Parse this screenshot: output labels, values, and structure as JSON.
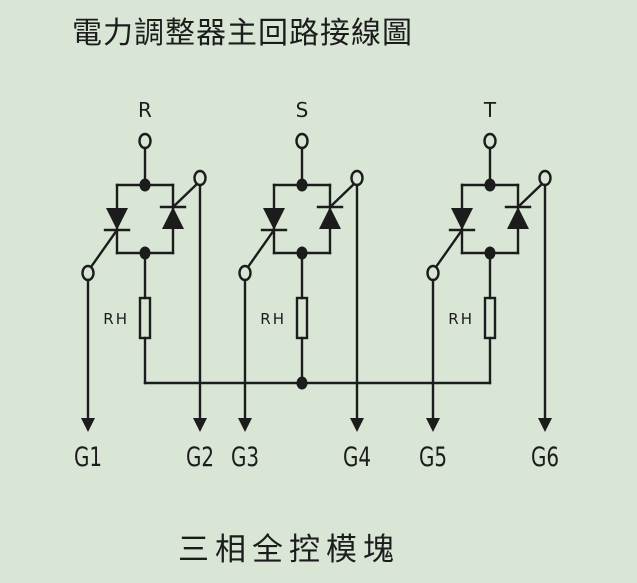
{
  "title": "電力調整器主回路接線圖",
  "subtitle": "三相全控模塊",
  "colors": {
    "background": "#d9e6d6",
    "ink": "#1c1c1c"
  },
  "phases": [
    {
      "label": "R",
      "resistor_label": "RH",
      "gates": [
        "G1",
        "G2"
      ]
    },
    {
      "label": "S",
      "resistor_label": "RH",
      "gates": [
        "G3",
        "G4"
      ]
    },
    {
      "label": "T",
      "resistor_label": "RH",
      "gates": [
        "G5",
        "G6"
      ]
    }
  ]
}
